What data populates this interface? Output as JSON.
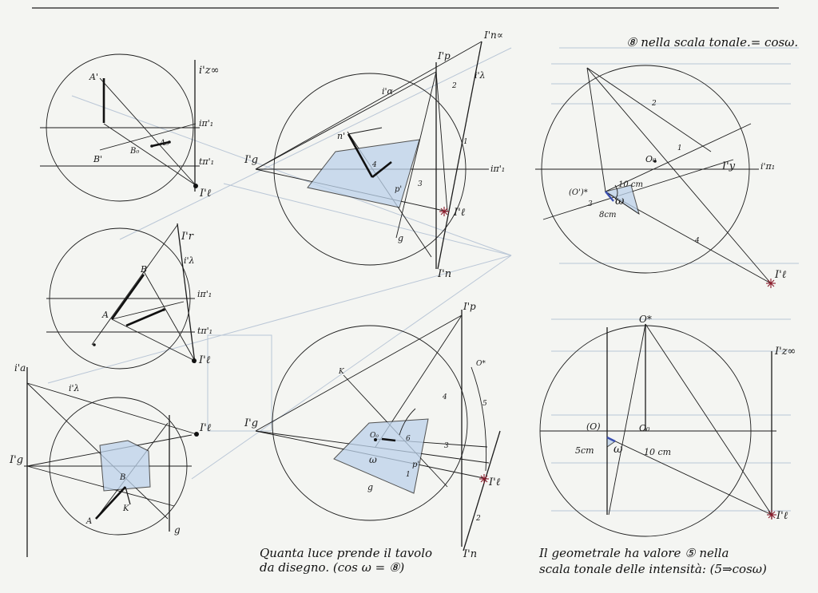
{
  "header_note": "⑧ nella scala tonale.= cosω.",
  "caption_left": {
    "line1": "Quanta luce prende il tavolo",
    "line2": "da disegno. (cos ω = ⑧)"
  },
  "caption_right": {
    "line1": "Il geometrale ha valore ⑤ nella",
    "line2": "scala tonale delle intensità: (5⇒cosω)"
  },
  "fig_a": {
    "A1": "A'",
    "B1": "B'",
    "B0": "B₀",
    "A0": "A₀",
    "izinf": "i'z∞",
    "ipi1": "iπ'₁",
    "tpi1": "tπ'₁",
    "Il": "I'ℓ"
  },
  "fig_b": {
    "B": "B",
    "A": "A",
    "Ir": "I'r",
    "ilambda": "i'λ",
    "ipi1": "iπ'₁",
    "tpi1": "tπ'₁",
    "Il": "I'ℓ"
  },
  "fig_c": {
    "ia": "i'a",
    "ilambda": "i'λ",
    "Il": "I'ℓ",
    "Ig": "I'g",
    "B": "B",
    "A": "A",
    "K": "K",
    "g": "g"
  },
  "fig_d": {
    "Ip": "I'p",
    "Inalpha": "I'n∝",
    "Ig": "I'g",
    "ialpha": "i'α",
    "ilambda": "i'λ",
    "ipi1": "iπ'₁",
    "n1": "n'",
    "p1": "p'",
    "g": "g",
    "Il": "I'ℓ",
    "In": "I'n",
    "n1v": "1",
    "n2v": "2",
    "n3v": "3",
    "n4v": "4"
  },
  "fig_e": {
    "Ip": "I'p",
    "Ig": "I'g",
    "K": "K",
    "O0": "O₀",
    "p1": "p'",
    "g": "g",
    "omega": "ω",
    "Il": "I'ℓ",
    "In": "I'n",
    "n1v": "1",
    "n2v": "2",
    "n3v": "3",
    "n4v": "4",
    "n5v": "5",
    "n6v": "6",
    "top": "O*"
  },
  "fig_f": {
    "O1": "(O')*",
    "O0": "O₀",
    "Iy": "I'y",
    "ipi1": "i'π₁",
    "d10": "10 cm",
    "d8": "8cm",
    "omega": "ω",
    "Il": "I'ℓ",
    "n1v": "1",
    "n2v": "2",
    "n3v": "3",
    "n4v": "4"
  },
  "fig_g": {
    "Ostar": "O*",
    "Izinf": "I'z∞",
    "O": "(O)",
    "O0": "O₀",
    "d5": "5cm",
    "d10": "10 cm",
    "omega": "ω",
    "Il": "I'ℓ"
  }
}
